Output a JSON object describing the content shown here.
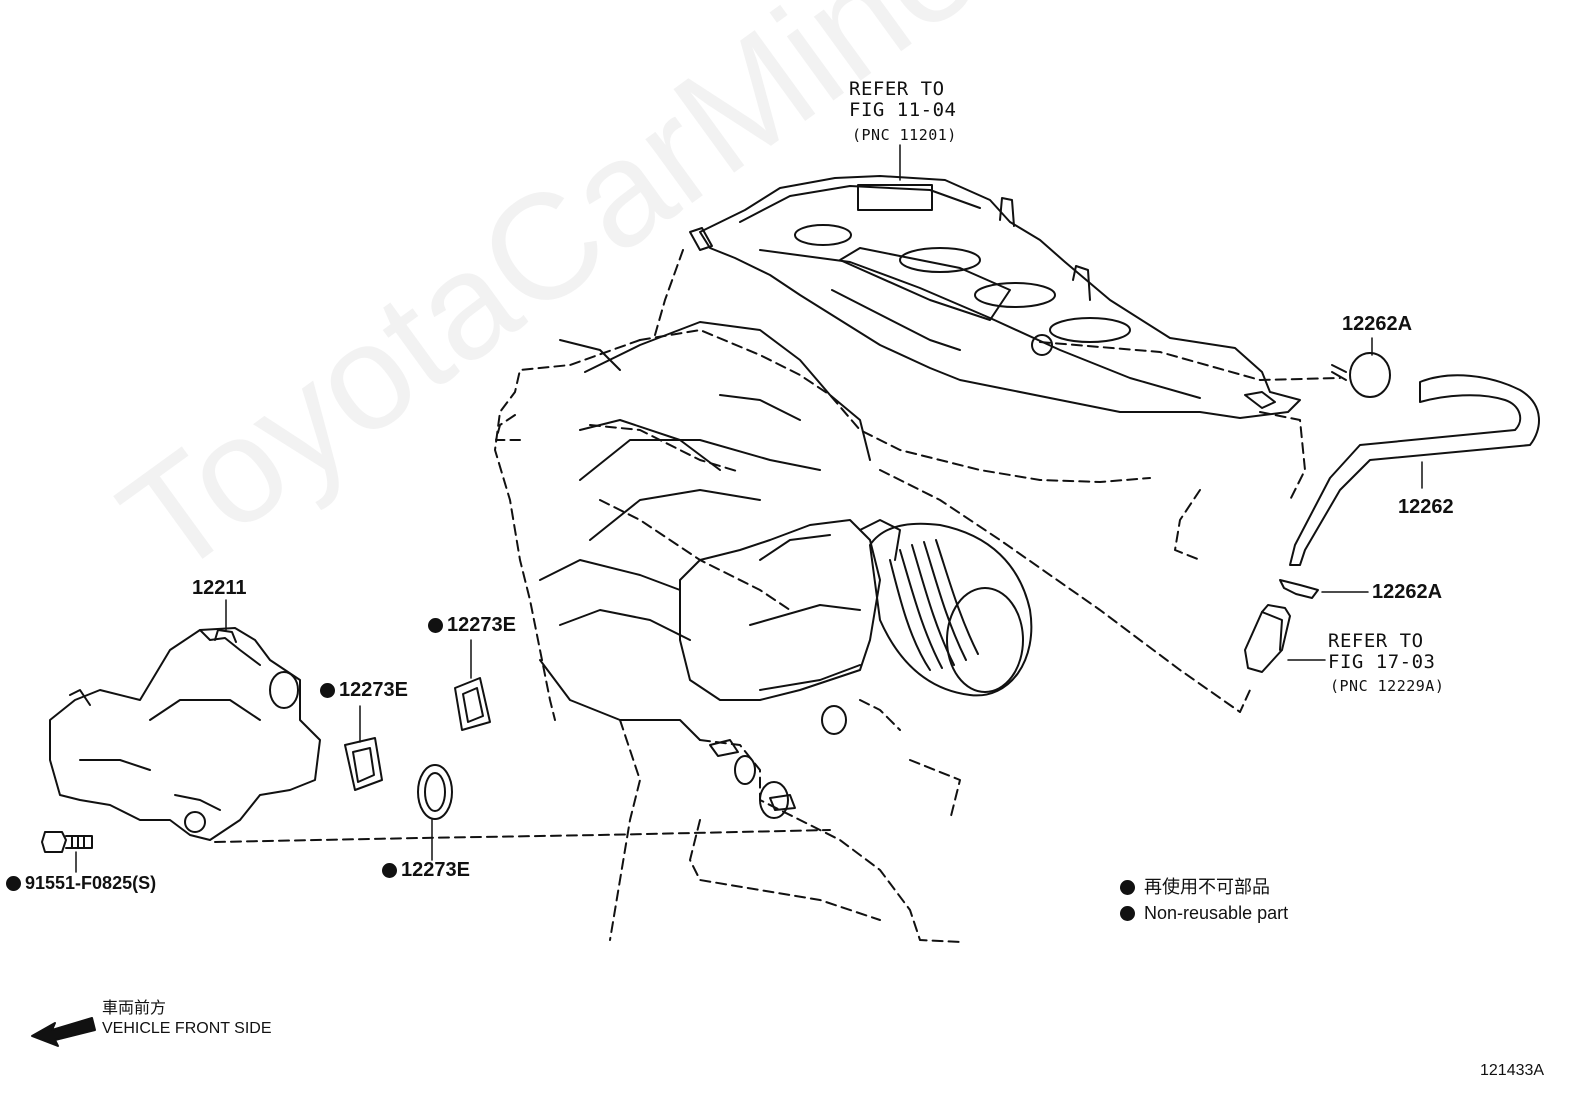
{
  "refer_top": {
    "line1": "REFER TO",
    "line2": "FIG 11-04",
    "line3": "(PNC 11201)"
  },
  "refer_right": {
    "line1": "REFER TO",
    "line2": "FIG 17-03",
    "line3": "(PNC 12229A)"
  },
  "parts": {
    "clamp_top": "12262A",
    "hose": "12262",
    "clamp_bottom": "12262A",
    "separator": "12211",
    "gasket_a": "12273E",
    "gasket_b": "12273E",
    "gasket_c": "12273E",
    "bolt": "91551-F0825(S)"
  },
  "legend": {
    "jp": "再使用不可部品",
    "en": "Non-reusable part"
  },
  "front": {
    "jp": "車両前方",
    "en": "VEHICLE FRONT SIDE"
  },
  "figure_id": "121433A",
  "watermark": "ToyotaCarMine.ru"
}
